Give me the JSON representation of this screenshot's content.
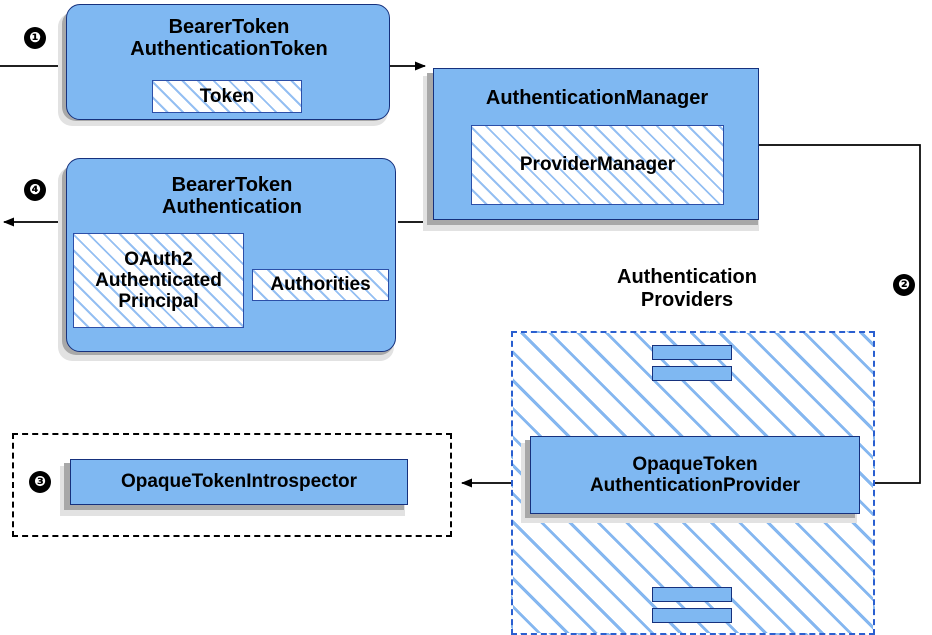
{
  "diagram": {
    "title": "Spring Security Bearer Token (Opaque Token) Authentication Flow",
    "colors": {
      "node_fill": "#7fb8f2",
      "node_border": "#16317d",
      "hatch_stroke": "#82b4f0",
      "shadow": "#a8a8a8",
      "shadow_light": "#e2e2e2",
      "dashed_blue": "#2a5fd0",
      "dashed_black": "#000000",
      "badge_fill": "#000000",
      "badge_text": "#ffffff",
      "arrow": "#000000",
      "background": "#ffffff"
    }
  },
  "nodes": {
    "bearer_token_authentication_token": {
      "title": "BearerToken\nAuthenticationToken",
      "inner": {
        "token": "Token"
      }
    },
    "authentication_manager": {
      "title": "AuthenticationManager",
      "inner": {
        "provider_manager": "ProviderManager"
      }
    },
    "bearer_token_authentication": {
      "title": "BearerToken\nAuthentication",
      "inner": {
        "principal": "OAuth2\nAuthenticated\nPrincipal",
        "authorities": "Authorities"
      }
    },
    "opaque_token_introspector": {
      "title": "OpaqueTokenIntrospector"
    },
    "opaque_token_authentication_provider": {
      "title": "OpaqueToken\nAuthenticationProvider"
    }
  },
  "groups": {
    "authentication_providers": {
      "label": "Authentication\nProviders"
    },
    "introspector_group": {
      "label": ""
    }
  },
  "badges": [
    {
      "id": "step-1",
      "label": "❶"
    },
    {
      "id": "step-2",
      "label": "❷"
    },
    {
      "id": "step-3",
      "label": "❸"
    },
    {
      "id": "step-4",
      "label": "❹"
    }
  ],
  "arrows": [
    {
      "id": "request-in",
      "from": "left-edge",
      "to": "bearer_token_authentication_token",
      "arrowhead": false
    },
    {
      "id": "token-to-manager",
      "from": "bearer_token_authentication_token",
      "to": "authentication_manager",
      "arrowhead": true
    },
    {
      "id": "manager-to-provider",
      "from": "authentication_manager",
      "to": "opaque_token_authentication_provider",
      "arrowhead": true
    },
    {
      "id": "provider-to-introspector",
      "from": "opaque_token_authentication_provider",
      "to": "opaque_token_introspector",
      "arrowhead": true
    },
    {
      "id": "manager-to-result",
      "from": "authentication_manager",
      "to": "bearer_token_authentication",
      "arrowhead": false
    },
    {
      "id": "result-out",
      "from": "bearer_token_authentication",
      "to": "left-edge",
      "arrowhead": true
    },
    {
      "id": "provider-up-bidir",
      "from": "opaque_token_authentication_provider",
      "to": "provider-stack-top",
      "arrowhead": true
    },
    {
      "id": "provider-down-bidir",
      "from": "opaque_token_authentication_provider",
      "to": "provider-stack-bottom",
      "arrowhead": true
    }
  ]
}
